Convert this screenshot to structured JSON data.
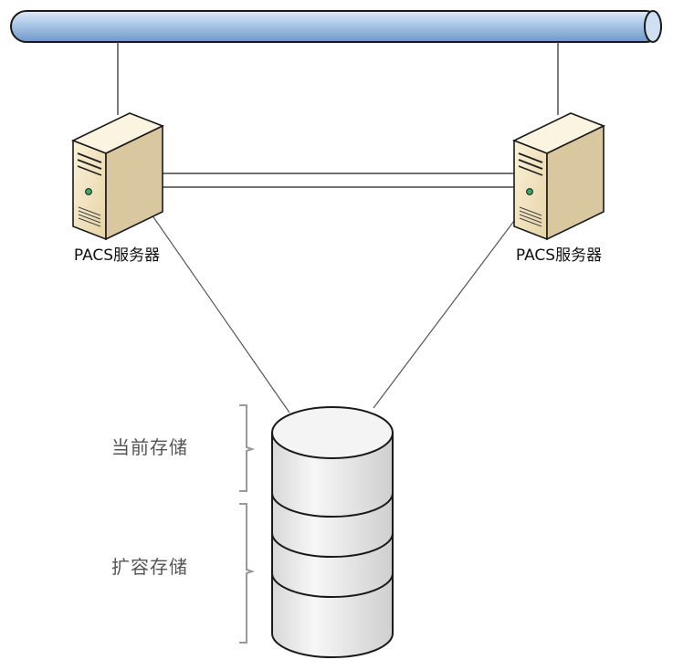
{
  "servers": [
    {
      "label": "PACS服务器"
    },
    {
      "label": "PACS服务器"
    }
  ],
  "storage": {
    "current_label": "当前存储",
    "expansion_label": "扩容存储"
  },
  "colors": {
    "network_bus": "#9ec0e3",
    "network_bus_edge": "#1a1a1a",
    "server_front": "#f1e4c2",
    "server_side": "#d9c7a0",
    "server_top": "#fbf4e0",
    "indicator_light": "#3aa86b",
    "cylinder_body": "#f2f2f2",
    "line": "#444444",
    "bracket": "#999999"
  },
  "icons": [
    "server-tower-icon",
    "server-tower-icon",
    "database-cylinder-icon"
  ]
}
